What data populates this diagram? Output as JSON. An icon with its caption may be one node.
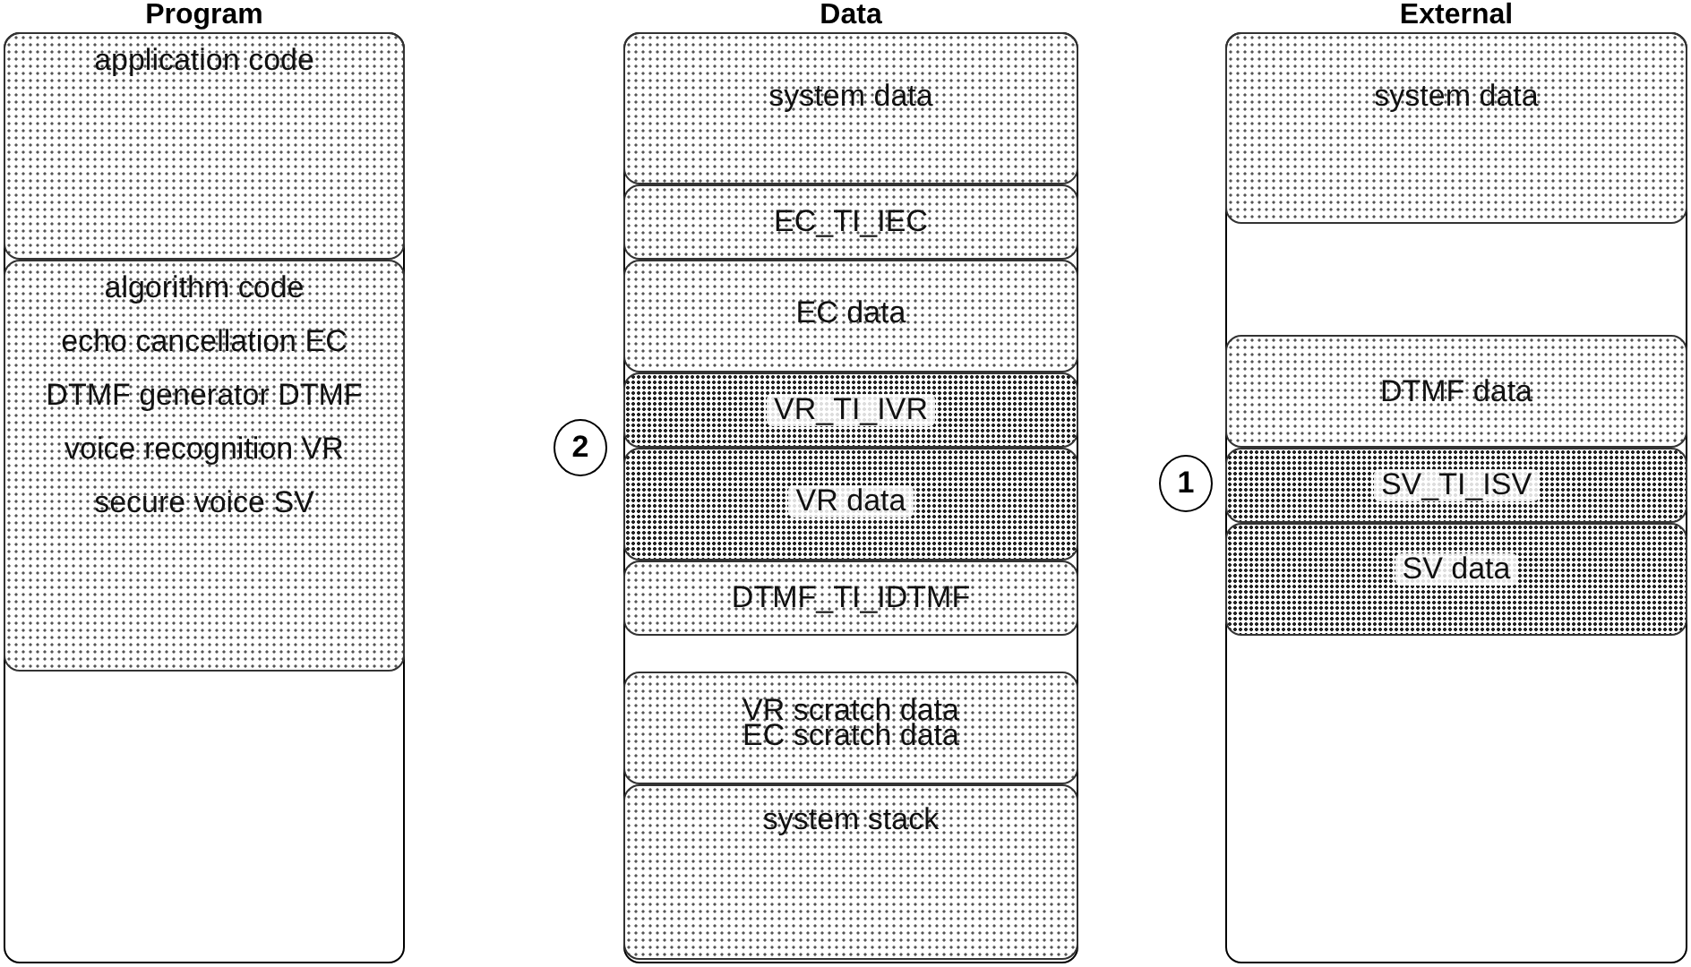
{
  "diagram": {
    "nodes": [
      {
        "text": [
          "Program"
        ]
      },
      {
        "text": [
          "application code"
        ],
        "in": 0
      },
      {
        "text": [
          "algorithm code",
          "echo cancellation EC",
          "DTMF generator DTMF",
          "voice recognition VR",
          "secure voice SV"
        ],
        "in": 0
      },
      {
        "text": [
          "Data"
        ]
      },
      {
        "text": [
          "system data"
        ],
        "in": 3
      },
      {
        "text": [
          "EC_TI_IEC"
        ],
        "in": 3
      },
      {
        "text": [
          "EC data"
        ],
        "in": 3
      },
      {
        "text": [
          "VR_TI_IVR"
        ],
        "in": 3
      },
      {
        "text": [
          "VR data"
        ],
        "in": 3
      },
      {
        "text": [
          "DTMF_TI_IDTMF"
        ],
        "in": 3
      },
      {
        "text": [
          "VR scratch data",
          "EC scratch data"
        ],
        "in": 3
      },
      {
        "text": [
          "system stack"
        ],
        "in": 3
      },
      {
        "text": [
          "External"
        ]
      },
      {
        "text": [
          "system data"
        ],
        "in": 12
      },
      {
        "text": [
          "DTMF data"
        ],
        "in": 12
      },
      {
        "text": [
          "SV_TI_ISV"
        ],
        "in": 12
      },
      {
        "text": [
          "SV data"
        ],
        "in": 12
      },
      {
        "text": [
          "2"
        ]
      },
      {
        "text": [
          "1"
        ]
      }
    ]
  }
}
